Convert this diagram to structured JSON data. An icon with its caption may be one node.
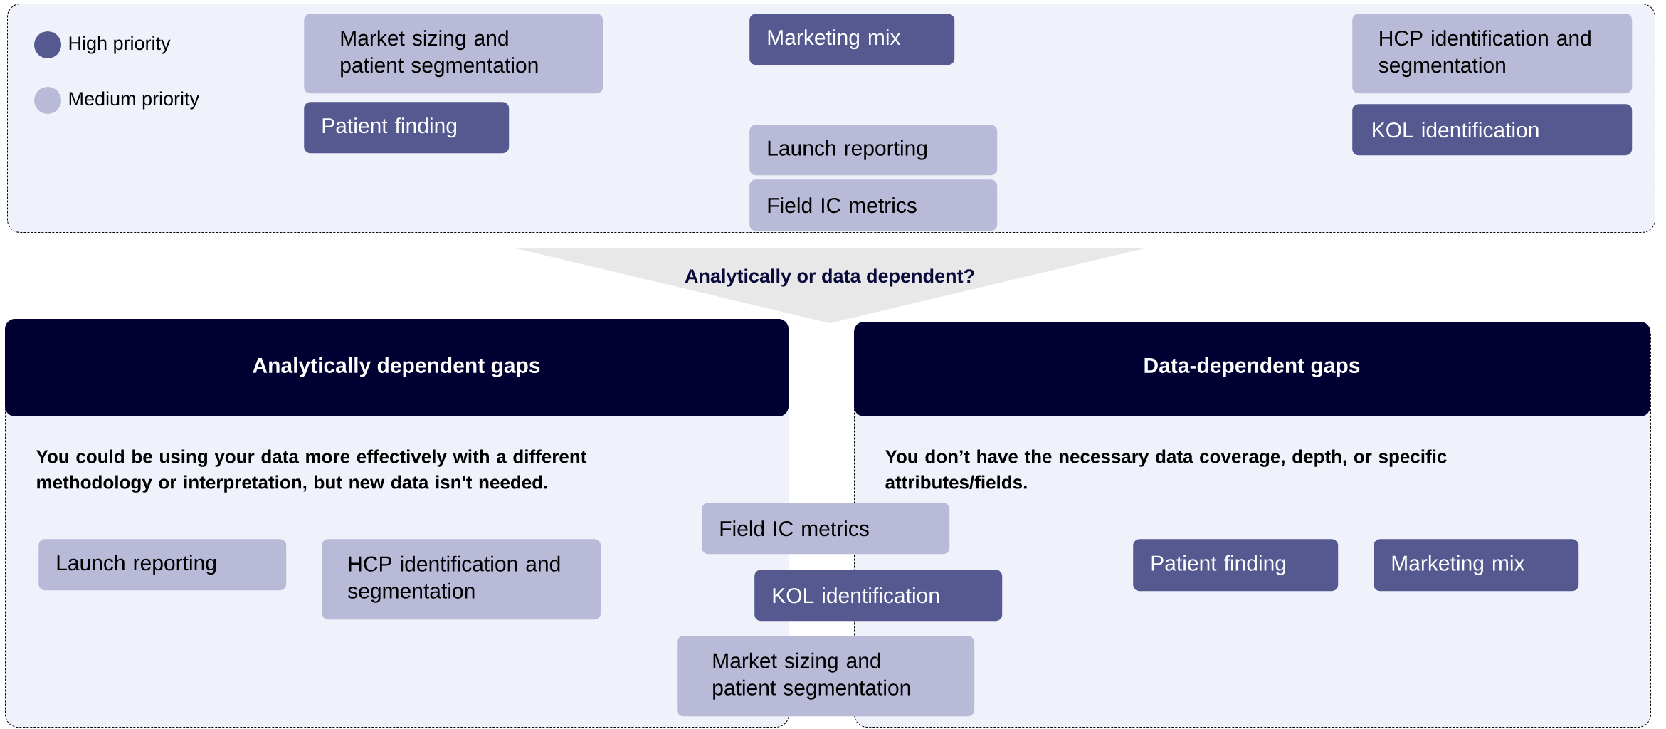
{
  "diagram": {
    "nodes": [
      {
        "text": [],
        "shape": "box"
      },
      {
        "text": [
          "Market sizing and patient segmentation"
        ],
        "in": 0
      },
      {
        "text": [
          "Marketing mix"
        ],
        "in": 0
      },
      {
        "text": [
          "HCP identification and segmentation"
        ],
        "in": 0
      },
      {
        "text": [
          "Patient finding"
        ],
        "in": 0
      },
      {
        "text": [
          "KOL identification"
        ],
        "in": 0
      },
      {
        "text": [
          "Launch reporting"
        ],
        "in": 0
      },
      {
        "text": [
          "Field IC metrics"
        ],
        "in": 0
      },
      {
        "text": [
          "Analytically or data dependent?"
        ]
      },
      {
        "text": [
          "Analytically dependent gaps",
          "You could be using your data more effectively with a different methodology or interpretation, but new data isn't needed."
        ]
      },
      {
        "text": [
          "Data-dependent gaps",
          "You don’t have the necessary data coverage, depth, or specific attributes/fields."
        ]
      },
      {
        "text": [
          "Field IC metrics"
        ]
      },
      {
        "text": [
          "Launch reporting"
        ],
        "in": 9
      },
      {
        "text": [
          "HCP identification and segmentation"
        ],
        "in": 9
      },
      {
        "text": [
          "Patient finding"
        ],
        "in": 10
      },
      {
        "text": [
          "Marketing mix"
        ],
        "in": 10
      },
      {
        "text": [
          "KOL identification"
        ]
      },
      {
        "text": [
          "Market sizing and patient segmentation"
        ]
      }
    ],
    "legend": [
      {
        "text": "High priority",
        "color": "#55598f"
      },
      {
        "text": "Medium priority",
        "color": "#b9b9d8"
      }
    ]
  }
}
